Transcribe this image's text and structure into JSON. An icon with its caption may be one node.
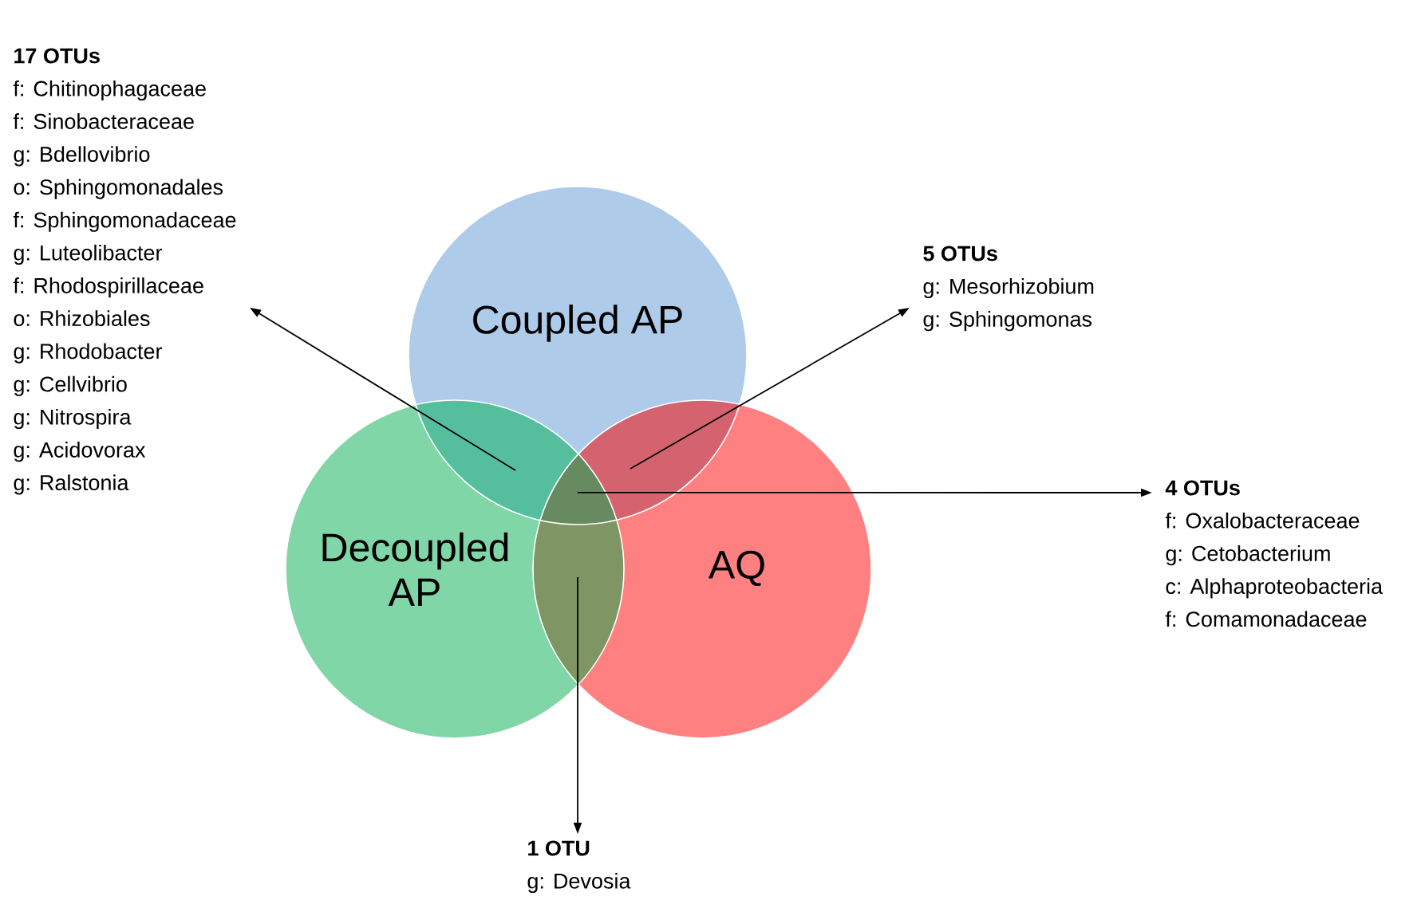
{
  "diagram": {
    "nodes": [
      {
        "text": [
          "Coupled AP"
        ]
      },
      {
        "text": [
          "Decoupled AP"
        ]
      },
      {
        "text": [
          "AQ"
        ]
      },
      {
        "text": [
          "17 OTUs",
          "f: Chitinophagaceae",
          "f: Sinobacteraceae",
          "g: Bdellovibrio",
          "o: Sphingomonadales",
          "f: Sphingomonadaceae",
          "g: Luteolibacter",
          "f: Rhodospirillaceae",
          "o: Rhizobiales",
          "g: Rhodobacter",
          "g: Cellvibrio",
          "g: Nitrospira",
          "g: Acidovorax",
          "g: Ralstonia"
        ]
      },
      {
        "text": [
          "5 OTUs",
          "g: Mesorhizobium",
          "g: Sphingomonas"
        ]
      },
      {
        "text": [
          "4 OTUs",
          "f: Oxalobacteraceae",
          "g: Cetobacterium",
          "c: Alphaproteobacteria",
          "f: Comamonadaceae"
        ]
      },
      {
        "text": [
          "1 OTU",
          "g: Devosia"
        ]
      }
    ],
    "edges": [
      {
        "from": 0,
        "to": 3,
        "arrow": "to"
      },
      {
        "from": 1,
        "to": 3,
        "arrow": "to"
      },
      {
        "from": 0,
        "to": 4,
        "arrow": "to"
      },
      {
        "from": 2,
        "to": 4,
        "arrow": "to"
      },
      {
        "from": 0,
        "to": 5,
        "arrow": "to"
      },
      {
        "from": 1,
        "to": 5,
        "arrow": "to"
      },
      {
        "from": 2,
        "to": 5,
        "arrow": "to"
      },
      {
        "from": 1,
        "to": 6,
        "arrow": "to"
      },
      {
        "from": 2,
        "to": 6,
        "arrow": "to"
      }
    ]
  }
}
